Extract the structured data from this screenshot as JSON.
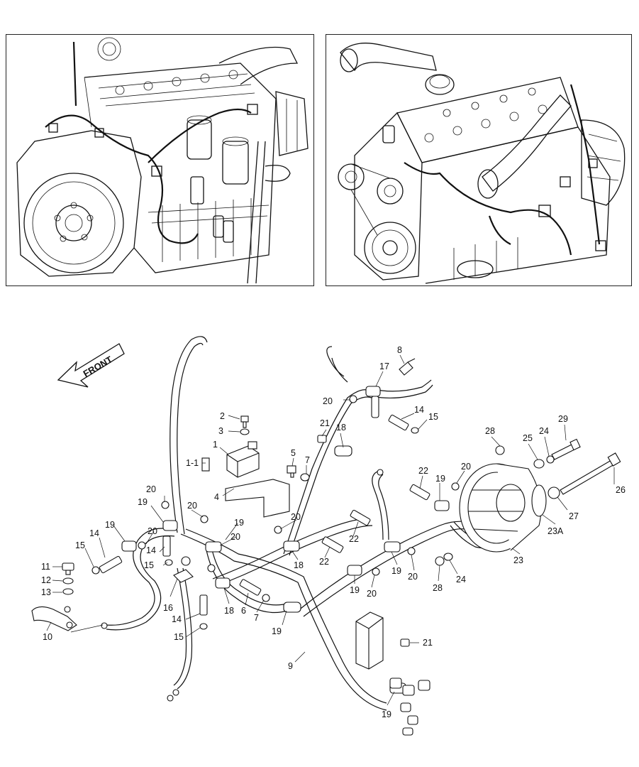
{
  "front_arrow": {
    "label": "FRONT"
  },
  "callouts": [
    {
      "id": "c-2",
      "text": "2"
    },
    {
      "id": "c-3",
      "text": "3"
    },
    {
      "id": "c-1",
      "text": "1"
    },
    {
      "id": "c-1-1",
      "text": "1-1"
    },
    {
      "id": "c-4",
      "text": "4"
    },
    {
      "id": "c-5",
      "text": "5"
    },
    {
      "id": "c-7a",
      "text": "7"
    },
    {
      "id": "c-8",
      "text": "8"
    },
    {
      "id": "c-17",
      "text": "17"
    },
    {
      "id": "c-20a",
      "text": "20"
    },
    {
      "id": "c-14a",
      "text": "14"
    },
    {
      "id": "c-15a",
      "text": "15"
    },
    {
      "id": "c-21a",
      "text": "21"
    },
    {
      "id": "c-18a",
      "text": "18"
    },
    {
      "id": "c-22a",
      "text": "22"
    },
    {
      "id": "c-19a",
      "text": "19"
    },
    {
      "id": "c-20b",
      "text": "20"
    },
    {
      "id": "c-28a",
      "text": "28"
    },
    {
      "id": "c-25",
      "text": "25"
    },
    {
      "id": "c-24a",
      "text": "24"
    },
    {
      "id": "c-29",
      "text": "29"
    },
    {
      "id": "c-26",
      "text": "26"
    },
    {
      "id": "c-27",
      "text": "27"
    },
    {
      "id": "c-23A",
      "text": "23A"
    },
    {
      "id": "c-23",
      "text": "23"
    },
    {
      "id": "c-24b",
      "text": "24"
    },
    {
      "id": "c-28b",
      "text": "28"
    },
    {
      "id": "c-20c",
      "text": "20"
    },
    {
      "id": "c-19b",
      "text": "19"
    },
    {
      "id": "c-20d",
      "text": "20"
    },
    {
      "id": "c-19c",
      "text": "19"
    },
    {
      "id": "c-22b",
      "text": "22"
    },
    {
      "id": "c-22c",
      "text": "22"
    },
    {
      "id": "c-20e",
      "text": "20"
    },
    {
      "id": "c-18b",
      "text": "18"
    },
    {
      "id": "c-20f",
      "text": "20"
    },
    {
      "id": "c-19d",
      "text": "19"
    },
    {
      "id": "c-20g",
      "text": "20"
    },
    {
      "id": "c-20h",
      "text": "20"
    },
    {
      "id": "c-19e",
      "text": "19"
    },
    {
      "id": "c-19f",
      "text": "19"
    },
    {
      "id": "c-20i",
      "text": "20"
    },
    {
      "id": "c-14b",
      "text": "14"
    },
    {
      "id": "c-14c",
      "text": "14"
    },
    {
      "id": "c-15b",
      "text": "15"
    },
    {
      "id": "c-15c",
      "text": "15"
    },
    {
      "id": "c-11",
      "text": "11"
    },
    {
      "id": "c-12",
      "text": "12"
    },
    {
      "id": "c-13",
      "text": "13"
    },
    {
      "id": "c-10",
      "text": "10"
    },
    {
      "id": "c-16",
      "text": "16"
    },
    {
      "id": "c-14d",
      "text": "14"
    },
    {
      "id": "c-15d",
      "text": "15"
    },
    {
      "id": "c-18c",
      "text": "18"
    },
    {
      "id": "c-6",
      "text": "6"
    },
    {
      "id": "c-7b",
      "text": "7"
    },
    {
      "id": "c-19g",
      "text": "19"
    },
    {
      "id": "c-9",
      "text": "9"
    },
    {
      "id": "c-21b",
      "text": "21"
    },
    {
      "id": "c-19h",
      "text": "19"
    }
  ]
}
